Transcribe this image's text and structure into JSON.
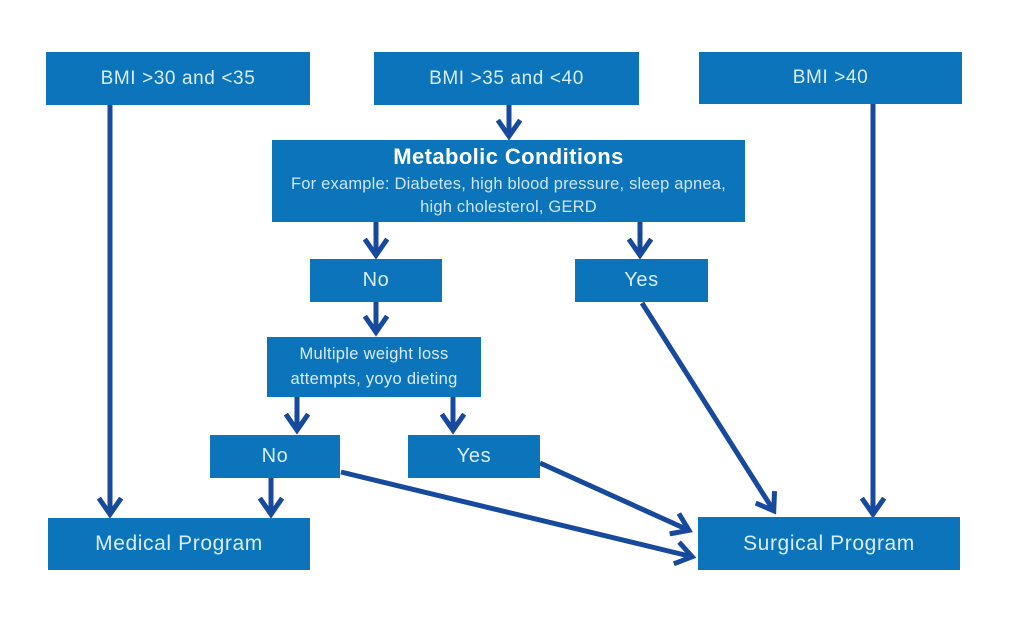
{
  "diagram": {
    "type": "flowchart",
    "colors": {
      "box_fill": "#0b74ba",
      "arrow": "#17499c",
      "text_light": "#d9ecf9",
      "text_white": "#ffffff",
      "background": "#ffffff"
    },
    "nodes": {
      "bmi_30_35": {
        "label": "BMI >30 and <35"
      },
      "bmi_35_40": {
        "label": "BMI >35 and <40"
      },
      "bmi_40": {
        "label": "BMI >40"
      },
      "metabolic": {
        "title": "Metabolic Conditions",
        "subtitle": "For example: Diabetes, high blood pressure, sleep apnea, high cholesterol, GERD"
      },
      "metabolic_no": {
        "label": "No"
      },
      "metabolic_yes": {
        "label": "Yes"
      },
      "weight_loss": {
        "label": "Multiple weight loss attempts, yoyo dieting"
      },
      "weight_loss_no": {
        "label": "No"
      },
      "weight_loss_yes": {
        "label": "Yes"
      },
      "medical_program": {
        "label": "Medical Program"
      },
      "surgical_program": {
        "label": "Surgical Program"
      }
    },
    "edges": [
      {
        "from": "bmi_30_35",
        "to": "medical_program"
      },
      {
        "from": "bmi_35_40",
        "to": "metabolic"
      },
      {
        "from": "bmi_40",
        "to": "surgical_program"
      },
      {
        "from": "metabolic",
        "to": "metabolic_no"
      },
      {
        "from": "metabolic",
        "to": "metabolic_yes"
      },
      {
        "from": "metabolic_no",
        "to": "weight_loss"
      },
      {
        "from": "metabolic_yes",
        "to": "surgical_program"
      },
      {
        "from": "weight_loss",
        "to": "weight_loss_no"
      },
      {
        "from": "weight_loss",
        "to": "weight_loss_yes"
      },
      {
        "from": "weight_loss_no",
        "to": "medical_program"
      },
      {
        "from": "weight_loss_no",
        "to": "surgical_program"
      },
      {
        "from": "weight_loss_yes",
        "to": "surgical_program"
      }
    ]
  }
}
